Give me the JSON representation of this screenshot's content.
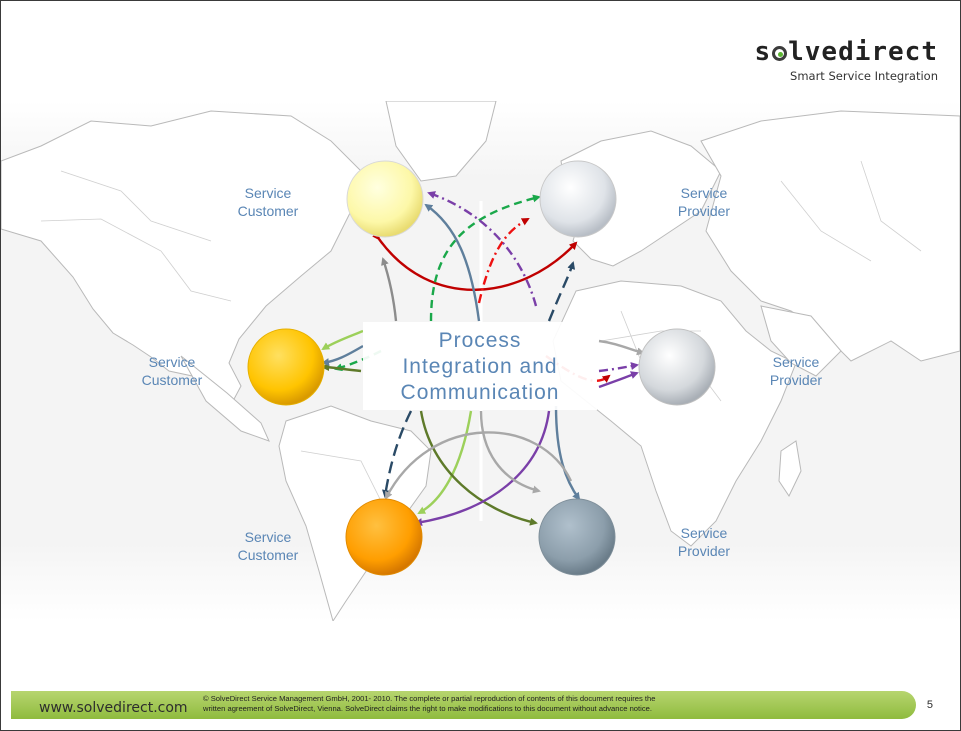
{
  "logo": {
    "pre": "s",
    "post": "lvedirect",
    "tagline": "Smart Service Integration"
  },
  "labels": {
    "customer_top_1": "Service",
    "customer_top_2": "Customer",
    "provider_top_1": "Service",
    "provider_top_2": "Provider",
    "customer_mid_1": "Service",
    "customer_mid_2": "Customer",
    "provider_mid_1": "Service",
    "provider_mid_2": "Provider",
    "customer_bot_1": "Service",
    "customer_bot_2": "Customer",
    "provider_bot_1": "Service",
    "provider_bot_2": "Provider"
  },
  "center": {
    "line1": "Process",
    "line2": "Integration and",
    "line3": "Communication"
  },
  "footer": {
    "url": "www.solvedirect.com",
    "legal_1": "© SolveDirect Service Management GmbH, 2001- 2010. The complete or partial reproduction of contents of this document requires the",
    "legal_2": "written agreement of SolveDirect, Vienna. SolveDirect claims the right to make modifications to this document without advance notice.",
    "page": "5"
  },
  "colors": {
    "text_blue": "#5a86b5",
    "footer_green": "#9cc54e",
    "logo_dot": "#5bb531"
  }
}
